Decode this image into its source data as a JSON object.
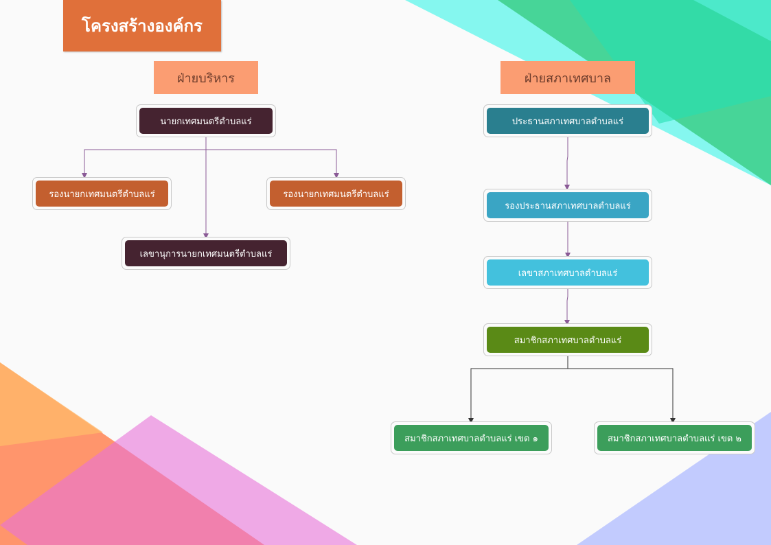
{
  "title": "โครงสร้างองค์กร",
  "colors": {
    "title_bg": "#e0703a",
    "section_bg": "#fb9d72",
    "mayor": "#452330",
    "deputy": "#c35f2f",
    "council_president": "#2a7f8f",
    "council_vice": "#3aa5c4",
    "council_secretary": "#43c1dd",
    "council_member": "#5a8a16",
    "zone_member": "#3c9e5b",
    "connector": "#8a5a96"
  },
  "sections": {
    "executive": "ฝ่ายบริหาร",
    "council": "ฝ่ายสภาเทศบาล"
  },
  "nodes": {
    "mayor": "นายกเทศมนตรีตำบลแร่",
    "deputy_left": "รองนายกเทศมนตรีตำบลแร่",
    "deputy_right": "รองนายกเทศมนตรีตำบลแร่",
    "mayor_secretary": "เลขานุการนายกเทศมนตรีตำบลแร่",
    "council_president": "ประธานสภาเทศบาลตำบลแร่",
    "council_vice_president": "รองประธานสภาเทศบาลตำบลแร่",
    "council_secretary": "เลขาสภาเทศบาลตำบลแร่",
    "council_member": "สมาชิกสภาเทศบาลตำบลแร่",
    "zone_1": "สมาชิกสภาเทศบาลตำบลแร่ เขต ๑",
    "zone_2": "สมาชิกสภาเทศบาลตำบลแร่ เขต ๒"
  }
}
